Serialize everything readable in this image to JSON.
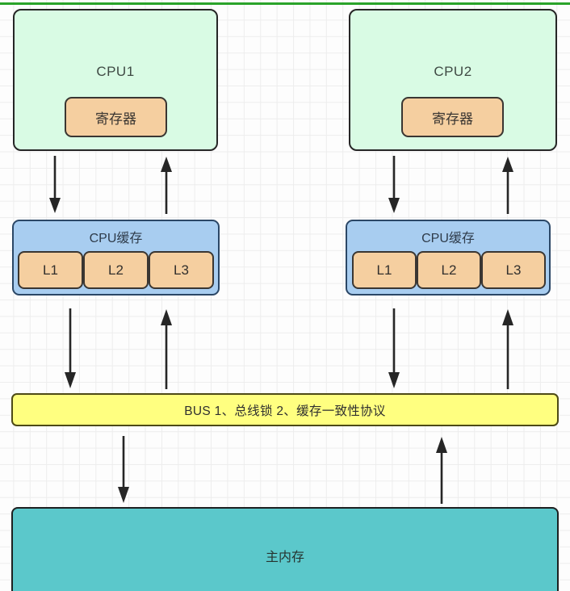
{
  "diagram": {
    "title": "CPU cache coherence architecture",
    "background": {
      "grid": true,
      "top_rule_color": "#2aa32a"
    },
    "colors": {
      "cpu_fill": "#d9fbe4",
      "register_fill": "#f5cfa0",
      "cache_fill": "#a8cdf0",
      "bus_fill": "#ffff80",
      "memory_fill": "#5bc8cb",
      "stroke": "#262626"
    },
    "cpus": [
      {
        "label": "CPU1",
        "register_label": "寄存器"
      },
      {
        "label": "CPU2",
        "register_label": "寄存器"
      }
    ],
    "caches": [
      {
        "label": "CPU缓存",
        "levels": [
          "L1",
          "L2",
          "L3"
        ]
      },
      {
        "label": "CPU缓存",
        "levels": [
          "L1",
          "L2",
          "L3"
        ]
      }
    ],
    "bus": {
      "label": "BUS 1、总线锁 2、缓存一致性协议"
    },
    "memory": {
      "label": "主内存"
    },
    "arrows": [
      {
        "name": "cpu1-to-cache1",
        "direction": "down"
      },
      {
        "name": "cache1-to-cpu1",
        "direction": "up"
      },
      {
        "name": "cpu2-to-cache2",
        "direction": "down"
      },
      {
        "name": "cache2-to-cpu2",
        "direction": "up"
      },
      {
        "name": "cache1-to-bus",
        "direction": "down"
      },
      {
        "name": "bus-to-cache1",
        "direction": "up"
      },
      {
        "name": "cache2-to-bus",
        "direction": "down"
      },
      {
        "name": "bus-to-cache2",
        "direction": "up"
      },
      {
        "name": "bus-to-memory",
        "direction": "down"
      },
      {
        "name": "memory-to-bus",
        "direction": "up"
      }
    ]
  }
}
